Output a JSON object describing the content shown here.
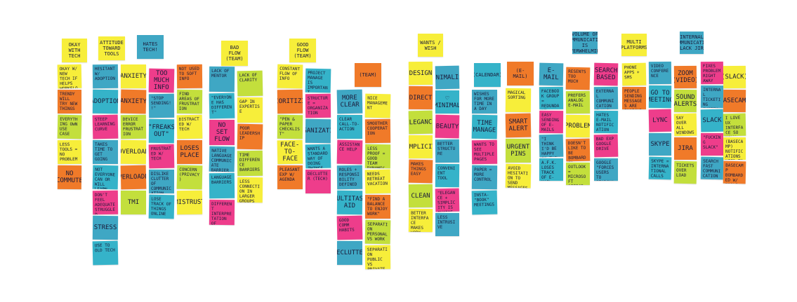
{
  "colors": {
    "yellow": "#f7ee3a",
    "blue": "#3fa7c4",
    "pink": "#ee3d8b",
    "orange": "#f07a29",
    "green": "#c3df3c",
    "teal": "#35b3c9"
  },
  "groups": [
    {
      "header": "OKAY WITH TECH",
      "notes": [
        "OKAY W/ NEW TECH IF HELPS WORKFLOW",
        "TRENDY WILL TRY NEW THINGS",
        "EVERYTHING OWN USE CASE",
        "LESS TOOLS = NO PROBLEM",
        "NO COMMUTE"
      ]
    },
    {
      "header": "ATTITUDE TOWARD TOOLS",
      "notes": [
        "HESITANT W/ ADOPTION",
        "ADOPTION",
        "STEEP LEARNING CURVE",
        "TAKES TIME TO GET GOING",
        "NOT EVERYONE CAN OR WILL LEARN",
        "DON'T FEEL ADEQUATE STRUGGLED",
        "STRESS",
        "USE TO OLD TECH"
      ]
    },
    {
      "header": "HATES TECH!",
      "notes": [
        "ANXIETY",
        "ANXIETY",
        "DEVICE ERROR FRUSTRATION",
        "OVERLOAD",
        "OVERLOADED",
        "TMI",
        "TOO MUCH INFO",
        "\"STOP SENDING!!\"",
        "\"FREAKS OUT\"",
        "FRUSTRATED W/ TECH",
        "DISLIKE CLUTTER OF COMMUNICATION",
        "LOSE TRACK OF THINGS ONLINE",
        "NOT USED TO SOFT INFO",
        "FIND AREAS OF FRUSTRATION",
        "DISTRACTED W/ TECH",
        "LOSES PLACE",
        "CONCERN (PRIVACY)",
        "MISTRUST"
      ]
    },
    {
      "header": "BAD FLOW (TEAM)",
      "notes": [
        "LACK OF MENTOR",
        "\"EVERYONE HAS DIFFERENT\"",
        "NO SET FLOW",
        "NATIVE LANGUAGE COMMUNICATE BARRIER",
        "LANGUAGE BARRIERS",
        "DIFFERENT INTERPRETATION OF CLIENTS",
        "LACK OF CLARITY",
        "GAP IN EXPERTISE",
        "POOR LEADERSHIP",
        "TIME DIFFERENCE BARRIERS",
        "LESS CONNECTION IN LARGER GROUPS"
      ]
    },
    {
      "header": "GOOD FLOW (TEAM)",
      "notes": [
        "CONSTANT FLOW OF INFO",
        "PRIORITIZING",
        "\"PEN & PAPER CHECKLIST\"",
        "FACE-TO-FACE",
        "PLEASANT EXP W/ AGENDA",
        "PROJECT MANAGE IS IMPORTANT",
        "STRUCTURE = ORGANIZATION",
        "ORGANIZATION",
        "WANTS A STANDARD WAY OF DOING THINGS",
        "DECLUTTER (TECH)"
      ]
    },
    {
      "header": "(TEAM)",
      "notes": [
        "MORE CLEAR",
        "CLEAR CALL-TO-ACTION",
        "ASSISTANCE HELP",
        "ROLES + RESPONSIBILITY DEFINED",
        "MULTITASK AID",
        "GOOD COMM HABITS",
        "DECLUTTER",
        "NICE MANAGEMENT",
        "SMOOTHER COOPERATION",
        "LESS PROOF = GOOD TEAM DYNAMIC",
        "NEEDS RETREAT VACATION",
        "\"FIND A BALANCE TO ENJOY WORK\"",
        "SEPARATION PERSONAL VS WORK",
        "SEPARATION PUBLIC VS PRIVATE"
      ]
    },
    {
      "header": "WANTS / WISH",
      "notes": [
        "(DESIGN)",
        "DIRECT",
        "ELEGANCE",
        "SIMPLICITY",
        "MAKES THINGS EASY",
        "CLEAN",
        "BETTER INTERFACE MAKES WORK EASIER",
        "MINIMALISM",
        "♡ MINIMAL",
        "BEAUTY",
        "BETTER STRUCTURE",
        "CONVENIENT TOOL",
        "\"ELEGANCE + SIMPLICITY IS ALWAYS GOOD DESIGN\"",
        "LESS INTRUSIVE"
      ]
    },
    {
      "header": "(CALENDAR)",
      "notes": [
        "WISHES FOR MORE TIME IN A DAY",
        "TIME MANAGE",
        "WANTS TO SEE MULTIPLE PAGES",
        "PAPER = MORE CONTROL",
        "INSTA-\"BOOK\" MEETINGS"
      ]
    },
    {
      "header": "(E-MAIL)",
      "notes": [
        "MAGICAL SORTING",
        "SMART ALERT",
        "URGENT PINS",
        "AVOID HESITATION TO SEND MESSAGES"
      ]
    },
    {
      "header": "VOLUME OF COMMUNICATION IS OVERWHELMING",
      "notes": [
        "E-MAIL",
        "FACEBOOK GROUP = REDUNDANT",
        "EASY SENDING OF E-MAILS",
        "\"I THINK I'D BE HAPPY IF THEY BACKED E-MAIL\"",
        "A.F.K. LOSES TRACK OF E-MAIL",
        "RESENTS TOO MUCH",
        "PREFERS ANALOG E-MAIL",
        "PROBLEM",
        "DOESN'T LIKE TO BE BOMBARDED",
        "OUTLOOK = MICROSOFT OFFICE",
        "SEARCH BASED",
        "EXTERNAL COMMUNICATION E-MAIL",
        "HATES E-MAIL NOTIFICATION",
        "BAD EXP GOOGLE DRIVE",
        "GOOGLE \"FORCES USERS TO SEARCH\""
      ]
    },
    {
      "header": "MULTI PLATFORMS",
      "notes": [
        "PHONE APPS + SMS",
        "PEOPLE SENDING MESSAGES ARE INSECURE"
      ]
    },
    {
      "header": "INTERNAL COMMUNICATION SLACK JIRA",
      "notes": [
        "VIDEO CONFERENCE",
        "GO TO MEETING",
        "LYNC",
        "SKYPE",
        "SKYPE = INTERNATIONAL CALLS",
        "ZOOM (VIDEO)",
        "SOUND ALERTS",
        "SAY OVER ALL WINDOWS",
        "JIRA",
        "TICKETS OVER LOAD",
        "FIXES PROBLEM RIGHT AWAY",
        "INTERNAL TICKETING SYSTEM",
        "SLACK",
        "\"FUCKING SLACK\"",
        "SEARCH FAST COMMUNICATION",
        "(SLACK)",
        "BASECAMP",
        "I LOVE UX INTERFACE SO UGLY",
        "(BASECAMP) NOTIFICATIONS NEED TO BE BETTER",
        "BASECAMP BOMBARDED W/ TOOLS"
      ]
    }
  ]
}
